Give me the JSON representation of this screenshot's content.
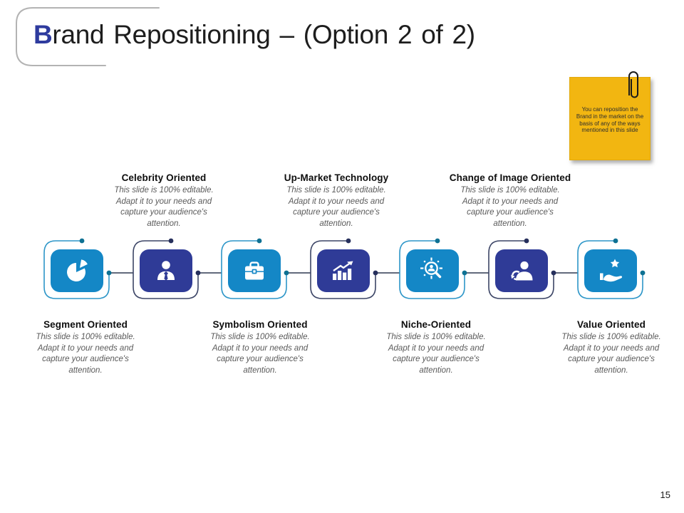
{
  "title": {
    "accent": "B",
    "rest": "rand Repositioning – (Option 2 of 2)"
  },
  "page_number": "15",
  "sticky_note": {
    "text": "You can reposition the Brand in the market on the basis of any of the ways mentioned in this slide",
    "color": "#F2B611",
    "icon": "paperclip"
  },
  "colors": {
    "cyan_tile": "#1487C6",
    "indigo_tile": "#2F3B97",
    "connector_line": "#2E3850",
    "title_accent": "#2E3B9E",
    "arc_gray": "#B3B3B3",
    "note_yellow": "#F2B611",
    "description_text": "#5A5A5A"
  },
  "items": [
    {
      "label": "Segment Oriented",
      "position": "bottom",
      "icon": "pie-chart",
      "color": "#1487C6",
      "description": "This slide is 100% editable. Adapt it to your needs and capture your audience's attention."
    },
    {
      "label": "Celebrity Oriented",
      "position": "top",
      "icon": "businessman",
      "color": "#2F3B97",
      "description": "This slide is 100% editable. Adapt it to your needs and capture your audience's attention."
    },
    {
      "label": "Symbolism Oriented",
      "position": "bottom",
      "icon": "briefcase",
      "color": "#1487C6",
      "description": "This slide is 100% editable. Adapt it to your needs and capture your audience's attention."
    },
    {
      "label": "Up-Market Technology",
      "position": "top",
      "icon": "growth-chart",
      "color": "#2F3B97",
      "description": "This slide is 100% editable. Adapt it to your needs and capture your audience's attention."
    },
    {
      "label": "Niche-Oriented",
      "position": "bottom",
      "icon": "audience-search",
      "color": "#1487C6",
      "description": "This slide is 100% editable. Adapt it to your needs and capture your audience's attention."
    },
    {
      "label": "Change of Image Oriented",
      "position": "top",
      "icon": "person-renew",
      "color": "#2F3B97",
      "description": "This slide is 100% editable. Adapt it to your needs and capture your audience's attention."
    },
    {
      "label": "Value Oriented",
      "position": "bottom",
      "icon": "hand-star",
      "color": "#1487C6",
      "description": "This slide is 100% editable. Adapt it to your needs and capture your audience's attention."
    }
  ]
}
